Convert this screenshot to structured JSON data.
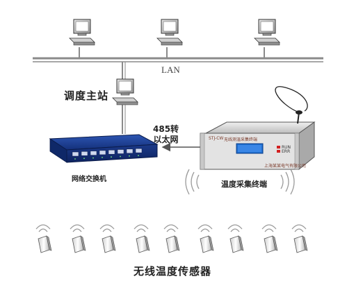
{
  "network": {
    "lan_label": "LAN"
  },
  "station": {
    "label": "调度主站"
  },
  "converter": {
    "line1": "485转",
    "line2": "以太网"
  },
  "switch": {
    "label": "网络交换机"
  },
  "terminal": {
    "label": "温度采集终端",
    "panel_model": "STJ-CW",
    "panel_title": "无线测温采集终端",
    "panel_footer": "上海某某电气有限公司",
    "led_top": "RUN",
    "led_bottom": "ERR"
  },
  "sensors": {
    "label": "无线温度传感器",
    "count": 9
  },
  "colors": {
    "arrow": "#555555",
    "lan_line": "#888888",
    "switch_body": "#1a3b8c",
    "terminal_body": "#d9d9d9",
    "lcd": "#1f6fd1"
  }
}
